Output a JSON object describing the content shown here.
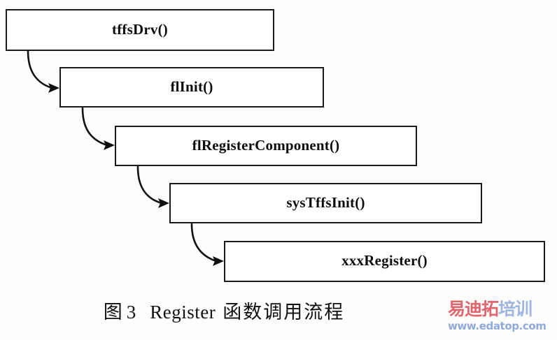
{
  "figure": {
    "caption_prefix": "图",
    "caption_number": "3",
    "caption_latin": "Register",
    "caption_suffix": "函数调用流程",
    "caption_full": "图 3　Register 函数调用流程"
  },
  "diagram": {
    "type": "call-flow-cascade",
    "orientation": "top-left to bottom-right staircase",
    "box_fill": "#ffffff",
    "box_stroke": "#1a1a1a",
    "arrow_color": "#111111",
    "background": "#fdfdfc",
    "nodes": [
      {
        "id": "box-1",
        "label": "tffsDrv()",
        "order": 1
      },
      {
        "id": "box-2",
        "label": "flInit()",
        "order": 2
      },
      {
        "id": "box-3",
        "label": "flRegisterComponent()",
        "order": 3
      },
      {
        "id": "box-4",
        "label": "sysTffsInit()",
        "order": 4
      },
      {
        "id": "box-5",
        "label": "xxxRegister()",
        "order": 5
      }
    ],
    "edges": [
      {
        "id": "arrow-1",
        "from": "tffsDrv()",
        "to": "flInit()"
      },
      {
        "id": "arrow-2",
        "from": "flInit()",
        "to": "flRegisterComponent()"
      },
      {
        "id": "arrow-3",
        "from": "flRegisterComponent()",
        "to": "sysTffsInit()"
      },
      {
        "id": "arrow-4",
        "from": "sysTffsInit()",
        "to": "xxxRegister()"
      }
    ]
  },
  "watermark": {
    "brand_cn_red": "易迪拓",
    "brand_cn_blue": "培训",
    "url": "www.edatop.com",
    "red": "#e0656d",
    "blue": "#9fb6e0"
  }
}
